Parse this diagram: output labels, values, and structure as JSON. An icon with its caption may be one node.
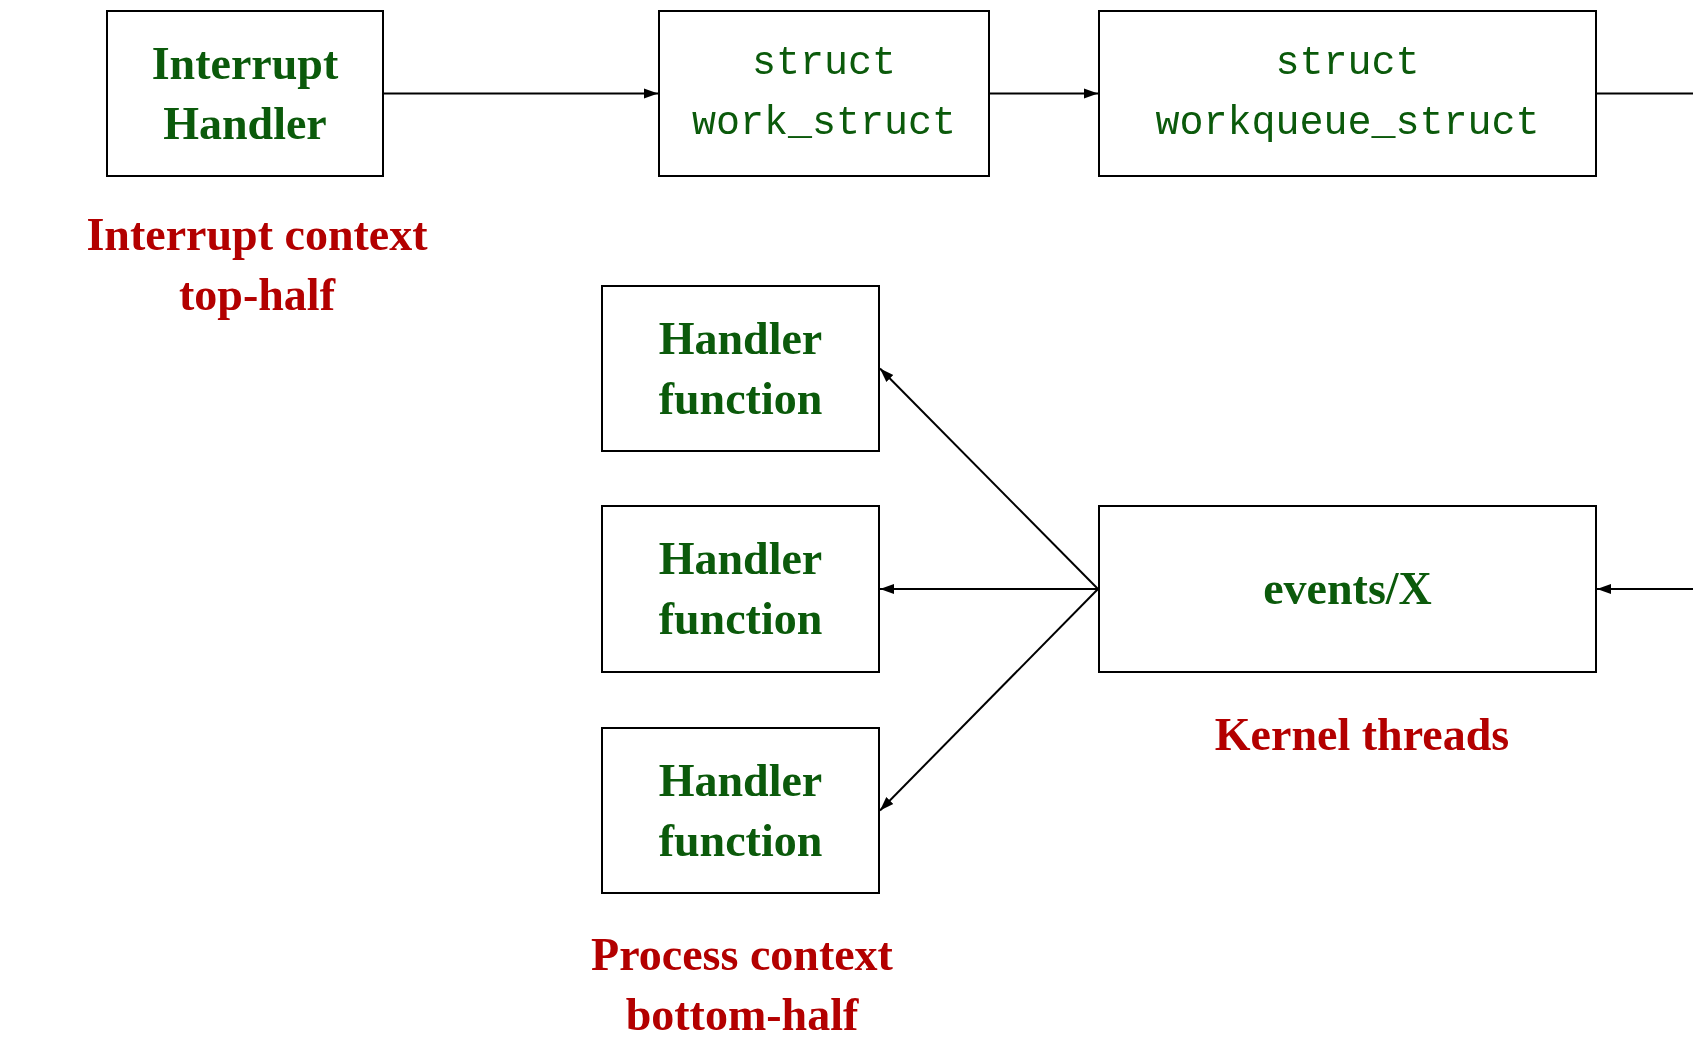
{
  "diagram": {
    "nodes": [
      {
        "text": [
          "Interrupt Handler"
        ]
      },
      {
        "text": [
          "struct work_struct"
        ]
      },
      {
        "text": [
          "struct workqueue_struct"
        ]
      },
      {
        "text": [
          "Handler function"
        ]
      },
      {
        "text": [
          "Handler function"
        ]
      },
      {
        "text": [
          "Handler function"
        ]
      },
      {
        "text": [
          "events/X"
        ]
      }
    ],
    "edges": [
      {
        "from": 0,
        "to": 1,
        "arrow": "to"
      },
      {
        "from": 1,
        "to": 2,
        "arrow": "to"
      },
      {
        "from": 2,
        "to": null,
        "arrow": "none"
      },
      {
        "from": null,
        "to": 6,
        "arrow": "to"
      },
      {
        "from": 6,
        "to": 3,
        "arrow": "to"
      },
      {
        "from": 6,
        "to": 4,
        "arrow": "to"
      },
      {
        "from": 6,
        "to": 5,
        "arrow": "to"
      }
    ],
    "labels": [
      "Interrupt context top-half",
      "Kernel threads",
      "Process context bottom-half"
    ]
  }
}
